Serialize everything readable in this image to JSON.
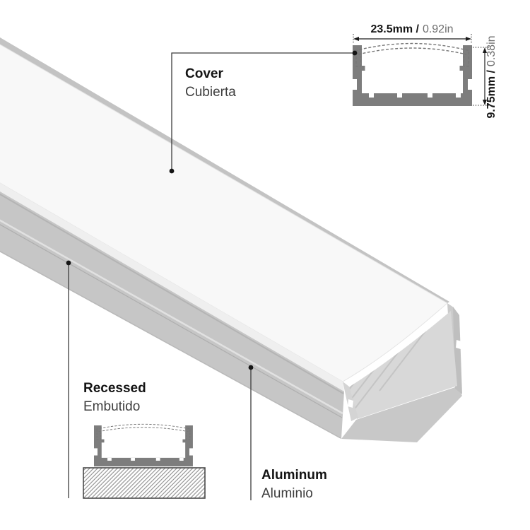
{
  "title": "Aluminum LED channel profile diagram",
  "labels": {
    "cover": {
      "primary": "Cover",
      "secondary": "Cubierta"
    },
    "recessed": {
      "primary": "Recessed",
      "secondary": "Embutido"
    },
    "aluminum": {
      "primary": "Aluminum",
      "secondary": "Aluminio"
    }
  },
  "dimensions": {
    "width": {
      "metric": "23.5mm /",
      "imperial": "0.92in"
    },
    "height": {
      "metric": "9.75mm /",
      "imperial": "0.38in"
    }
  },
  "colors": {
    "cross_section_fill": "#7d7d7d",
    "cover_white": "#f7f7f7",
    "aluminum_side": "#c5c5c5",
    "interior_floor": "#d8d8d8",
    "hatch_stroke": "#8f8f8f",
    "leader_line": "#3c3c3c",
    "dimension_text": "#161616",
    "dimension_secondary": "#6e6e6e",
    "label_primary": "#141414",
    "label_secondary": "#3d3d3d"
  }
}
